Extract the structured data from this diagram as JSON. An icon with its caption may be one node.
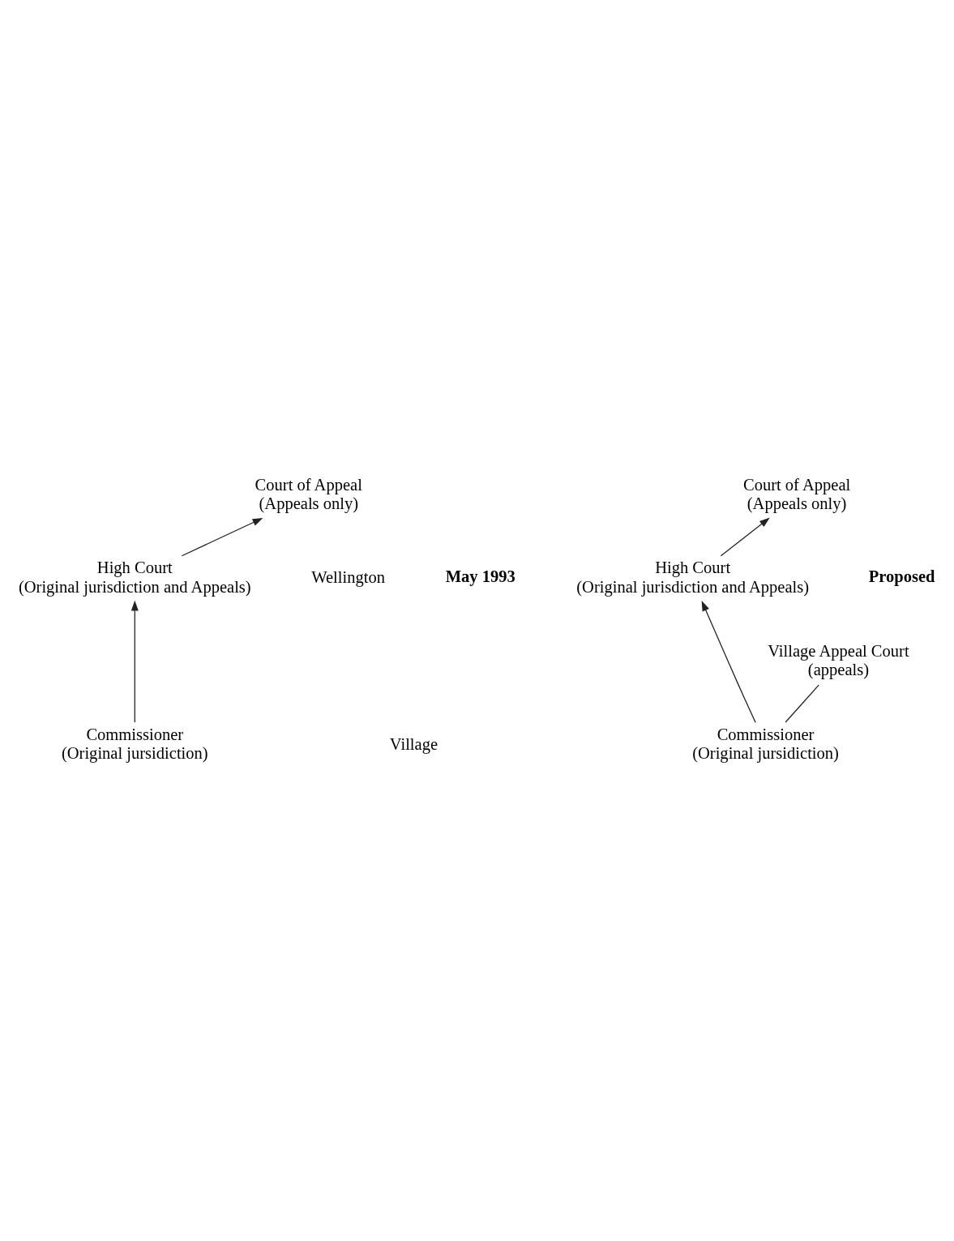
{
  "diagram": {
    "nodes": [
      {
        "text": [
          "Court of Appeal",
          "(Appeals only)"
        ]
      },
      {
        "text": [
          "High Court",
          "(Original jurisdiction and Appeals)"
        ]
      },
      {
        "text": [
          "Commissioner",
          "(Original jursidiction)"
        ]
      },
      {
        "text": [
          "Court of Appeal",
          "(Appeals only)"
        ]
      },
      {
        "text": [
          "High Court",
          "(Original jurisdiction and Appeals)"
        ]
      },
      {
        "text": [
          "Village Appeal Court",
          "(appeals)"
        ]
      },
      {
        "text": [
          "Commissioner",
          "(Original jursidiction)"
        ]
      }
    ],
    "edges": [
      {
        "from": 1,
        "to": 0,
        "arrow": "to"
      },
      {
        "from": 2,
        "to": 1,
        "arrow": "to"
      },
      {
        "from": 4,
        "to": 3,
        "arrow": "to"
      },
      {
        "from": 6,
        "to": 4,
        "arrow": "to"
      },
      {
        "from": 6,
        "to": 5,
        "arrow": "none"
      }
    ],
    "labels": [
      "May 1993",
      "Proposed",
      "Wellington",
      "Village"
    ]
  }
}
